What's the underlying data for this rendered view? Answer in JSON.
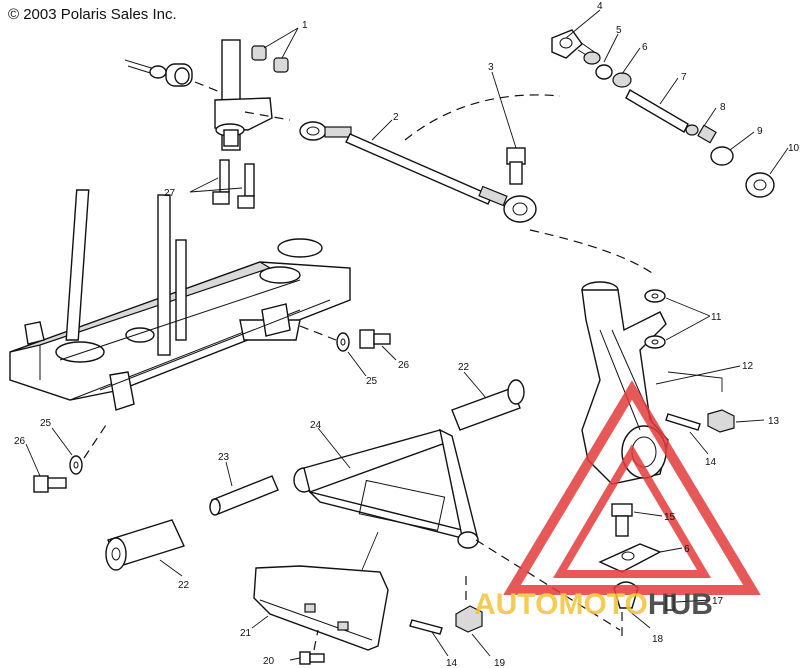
{
  "copyright": "© 2003 Polaris Sales Inc.",
  "watermark": {
    "word1": "AUTO",
    "word2": "MOTO",
    "word3": "HUB",
    "color_word1": "#f2c33a",
    "color_word2": "#f2c33a",
    "color_word3": "#333333",
    "triangle_color": "#e33b3b"
  },
  "callouts": {
    "c1": "1",
    "c2": "2",
    "c3": "3",
    "c4": "4",
    "c5": "5",
    "c6a": "6",
    "c6b": "6",
    "c7": "7",
    "c8": "8",
    "c9": "9",
    "c10": "10",
    "c11": "11",
    "c12": "12",
    "c13": "13",
    "c14a": "14",
    "c14b": "14",
    "c15": "15",
    "c17": "17",
    "c18": "18",
    "c19": "19",
    "c20": "20",
    "c21": "21",
    "c22a": "22",
    "c22b": "22",
    "c23": "23",
    "c24": "24",
    "c25a": "25",
    "c25b": "25",
    "c26a": "26",
    "c26b": "26",
    "c27": "27"
  }
}
